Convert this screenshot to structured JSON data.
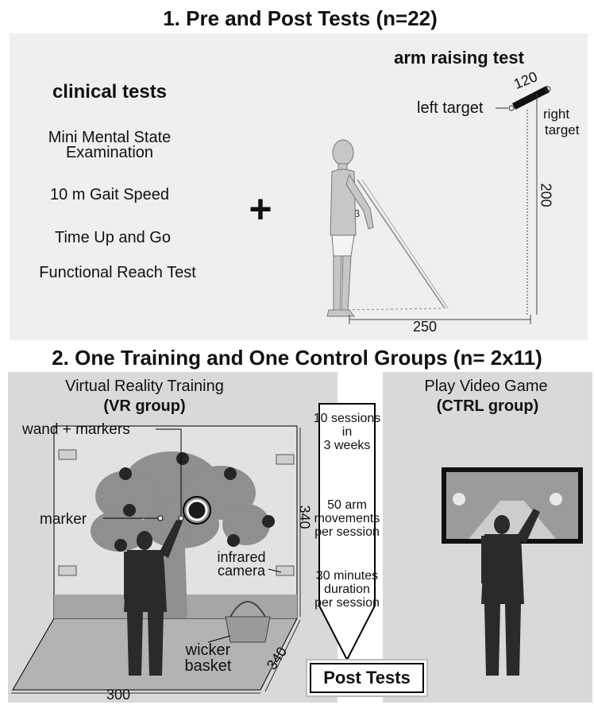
{
  "section1": {
    "title": "1. Pre and Post Tests (n=22)",
    "clinical_heading": "clinical tests",
    "clinical_tests": [
      "Mini Mental State",
      "Examination",
      "10 m Gait Speed",
      "Time Up and Go",
      "Functional Reach Test"
    ],
    "plus": "+",
    "arm_heading": "arm raising test",
    "left_target": "left target",
    "right_target_1": "right",
    "right_target_2": "target",
    "dim_120": "120",
    "dim_200": "200",
    "dim_250": "250",
    "beta": "β"
  },
  "section2": {
    "title": "2. One Training and One Control Groups (n= 2x11)",
    "vr_title": "Virtual Reality Training",
    "vr_group": "(VR group)",
    "wand": "wand + markers",
    "marker": "marker",
    "infrared_1": "infrared",
    "infrared_2": "camera",
    "wicker_1": "wicker",
    "wicker_2": "basket",
    "dim_340_v": "340",
    "dim_340_d": "340",
    "dim_300": "300",
    "ctrl_title": "Play Video Game",
    "ctrl_group": "(CTRL group)",
    "sessions": [
      "10 sessions",
      "in",
      "3 weeks"
    ],
    "movements": [
      "50 arm",
      "movements",
      "per session"
    ],
    "duration": [
      "30 minutes",
      "duration",
      "per session"
    ],
    "post_tests": "Post Tests"
  },
  "colors": {
    "panel_light": "#efefef",
    "panel_dark": "#d9d9d9",
    "tree": "#8a8a8a",
    "apple": "#2b2b2b"
  }
}
